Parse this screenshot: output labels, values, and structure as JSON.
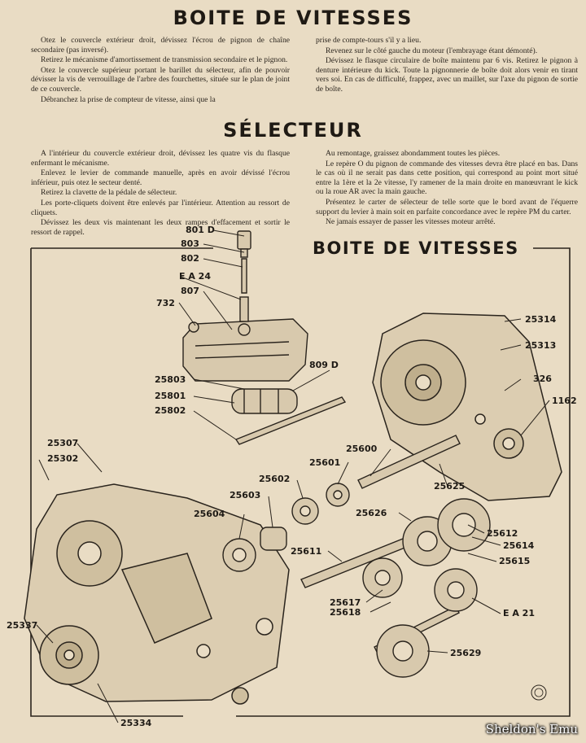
{
  "boite_de_vitesses": {
    "title": "BOITE DE VITESSES",
    "left_column": [
      "Otez le couvercle extérieur droit, dévissez l'écrou de pignon de chaîne secondaire (pas inversé).",
      "Retirez le mécanisme d'amortissement de transmission secondaire et le pignon.",
      "Otez le couvercle supérieur portant le barillet du sélecteur, afin de pouvoir dévisser la vis de verrouillage de l'arbre des fourchettes, située sur le plan de joint de ce couvercle.",
      "Débranchez la prise de compteur de vitesse, ainsi que la"
    ],
    "right_column": [
      "prise de compte-tours s'il y a lieu.",
      "Revenez sur le côté gauche du moteur (l'embrayage étant démonté).",
      "Dévissez le flasque circulaire de boîte maintenu par 6 vis. Retirez le pignon à denture intérieure du kick. Toute la pignonnerie de boîte doit alors venir en tirant vers soi. En cas de difficulté, frappez, avec un maillet, sur l'axe du pignon de sortie de boîte."
    ]
  },
  "selecteur": {
    "title": "SÉLECTEUR",
    "left_column": [
      "A l'intérieur du couvercle extérieur droit, dévissez les quatre vis du flasque enfermant le mécanisme.",
      "Enlevez le levier de commande manuelle, après en avoir dévissé l'écrou inférieur, puis otez le secteur denté.",
      "Retirez la clavette de la pédale de sélecteur.",
      "Les porte-cliquets doivent être enlevés par l'intérieur. Attention au ressort de cliquets.",
      "Dévissez les deux vis maintenant les deux rampes d'effacement et sortir le ressort de rappel."
    ],
    "right_column": [
      "Au remontage, graissez abondamment toutes les pièces.",
      "Le repère O du pignon de commande des vitesses devra être placé en bas. Dans le cas où il ne serait pas dans cette position, qui correspond au point mort situé entre la 1ère et la 2e vitesse, l'y ramener de la main droite en manœuvrant le kick ou la roue AR avec la main gauche.",
      "Présentez le carter de sélecteur de telle sorte que le bord avant de l'équerre support du levier à main soit en parfaite concordance avec le repère PM du carter.",
      "Ne jamais essayer de passer les vitesses moteur arrêté."
    ]
  },
  "diagram": {
    "title": "BOITE DE VITESSES",
    "part_labels": [
      "801 D",
      "803",
      "802",
      "E A 24",
      "807",
      "732",
      "25803",
      "25801",
      "25802",
      "809 D",
      "25314",
      "25313",
      "326",
      "1162",
      "25307",
      "25302",
      "25600",
      "25601",
      "25602",
      "25603",
      "25604",
      "25625",
      "25626",
      "25611",
      "25612",
      "25614",
      "25615",
      "25617",
      "25618",
      "E A 21",
      "25629",
      "25337",
      "25334"
    ]
  },
  "watermark": "Sheldon's Emu"
}
